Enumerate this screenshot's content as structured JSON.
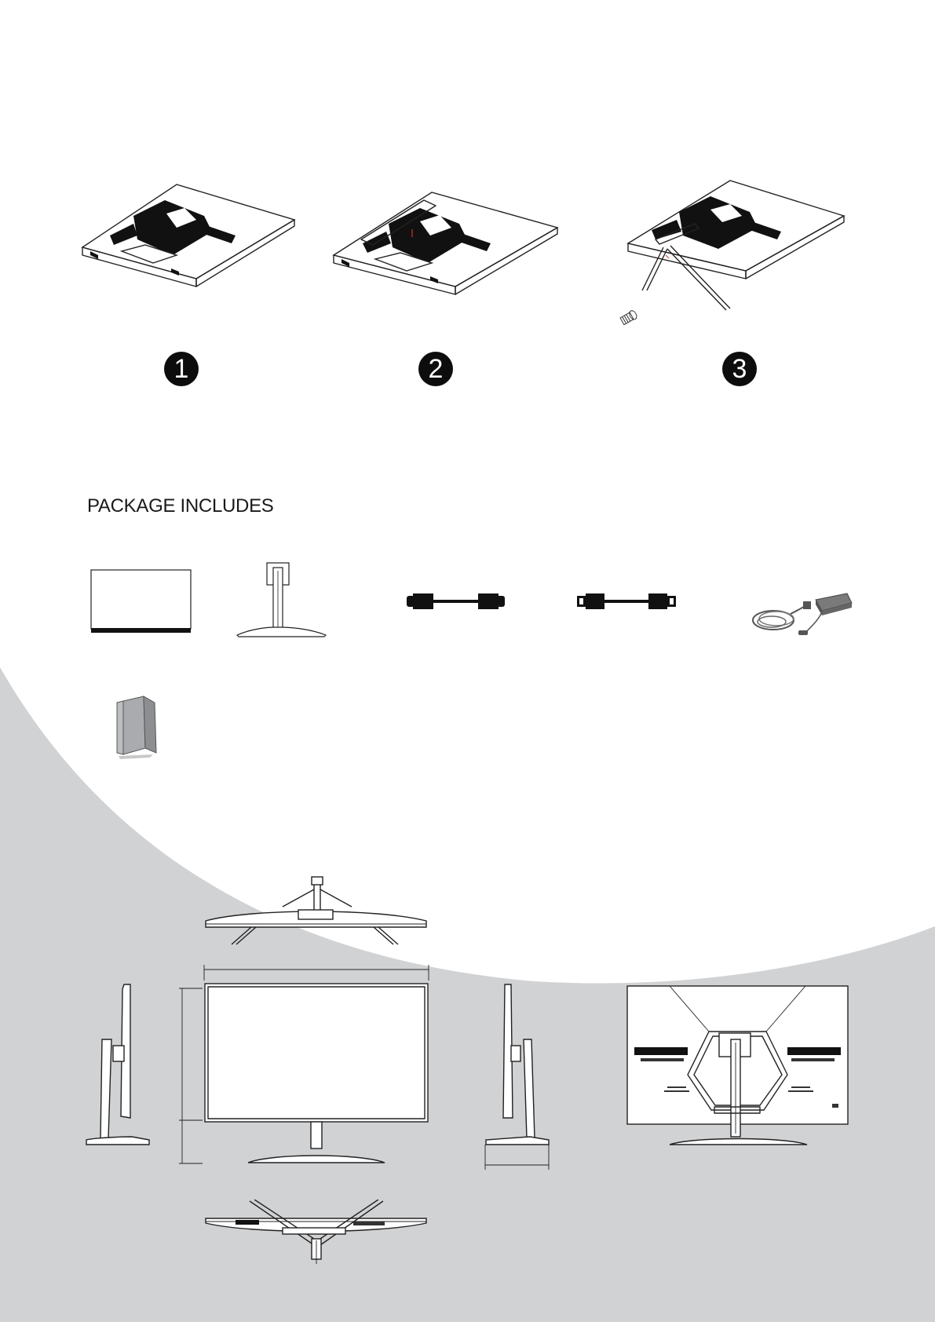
{
  "steps": [
    {
      "number": "1"
    },
    {
      "number": "2"
    },
    {
      "number": "3"
    }
  ],
  "package": {
    "title": "PACKAGE INCLUDES",
    "items": [
      {
        "icon": "monitor-icon"
      },
      {
        "icon": "stand-icon"
      },
      {
        "icon": "cable-icon"
      },
      {
        "icon": "cable-icon"
      },
      {
        "icon": "power-adapter-icon"
      },
      {
        "icon": "manual-icon"
      }
    ]
  },
  "colors": {
    "background": "#ffffff",
    "wave": "#d1d2d4",
    "badge": "#0d0d0d",
    "line": "#222222"
  }
}
